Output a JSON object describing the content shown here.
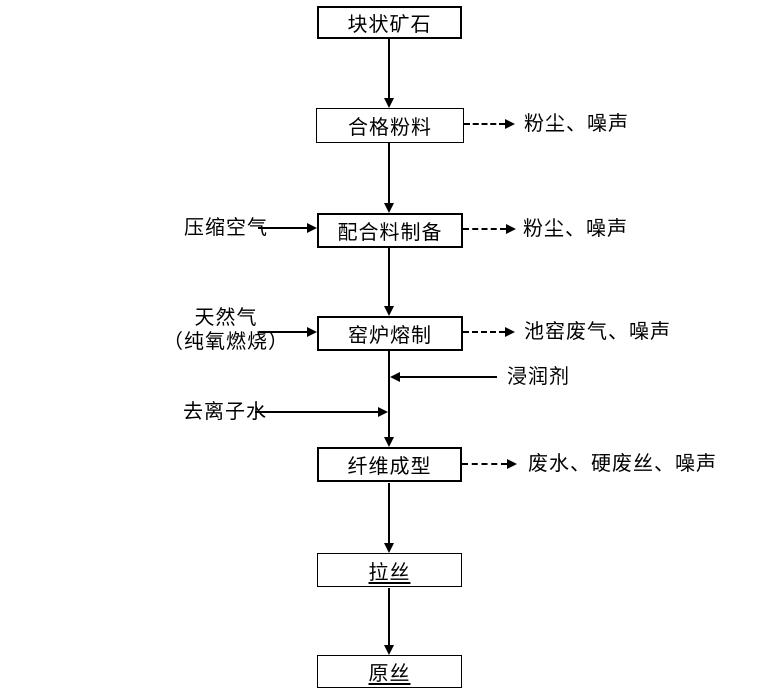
{
  "diagram": {
    "colors": {
      "line": "#000000",
      "background": "#ffffff",
      "text": "#000000"
    },
    "flow_order": [
      "ore",
      "powder",
      "batch",
      "kiln",
      "fiber",
      "drawing",
      "precursor"
    ],
    "boxes": {
      "ore": {
        "label": "块状矿石"
      },
      "powder": {
        "label": "合格粉料"
      },
      "batch": {
        "label": "配合料制备"
      },
      "kiln": {
        "label": "窑炉熔制"
      },
      "fiber": {
        "label": "纤维成型"
      },
      "drawing": {
        "label": "拉丝",
        "underline": true
      },
      "precursor": {
        "label": "原丝",
        "underline": true
      }
    },
    "inputs": {
      "compressed_air": {
        "label": "压缩空气",
        "target": "batch"
      },
      "natural_gas": {
        "label_line1": "天然气",
        "label_line2": "（纯氧燃烧）",
        "target": "kiln"
      },
      "sizing_agent": {
        "label": "浸润剂",
        "target": "kiln-to-fiber"
      },
      "deionized_water": {
        "label": "去离子水",
        "target": "kiln-to-fiber"
      }
    },
    "emissions": {
      "from_powder": {
        "label": "粉尘、噪声"
      },
      "from_batch": {
        "label": "粉尘、噪声"
      },
      "from_kiln": {
        "label": "池窑废气、噪声"
      },
      "from_fiber": {
        "label": "废水、硬废丝、噪声"
      }
    }
  }
}
